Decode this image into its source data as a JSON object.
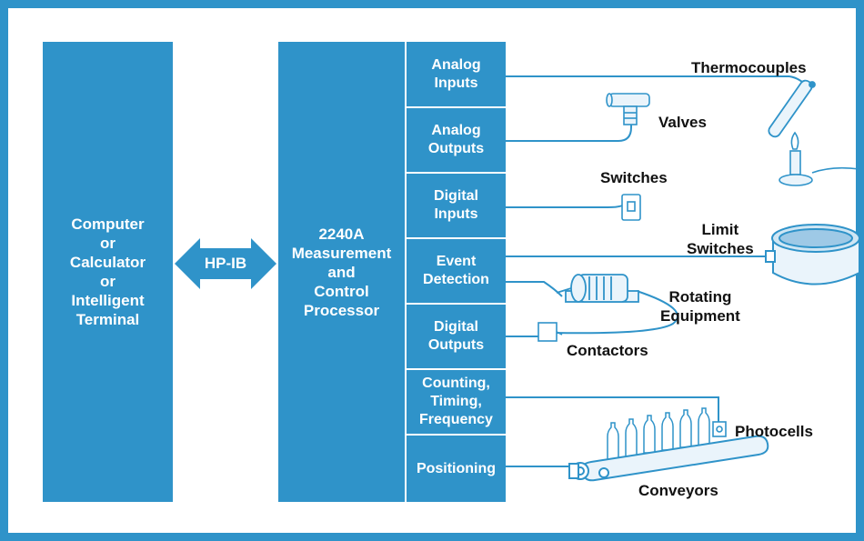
{
  "blocks": {
    "computer": "Computer\nor\nCalculator\nor\nIntelligent\nTerminal",
    "processor": "2240A\nMeasurement\nand\nControl\nProcessor",
    "bus": "HP-IB"
  },
  "modules": [
    "Analog\nInputs",
    "Analog\nOutputs",
    "Digital\nInputs",
    "Event\nDetection",
    "Digital\nOutputs",
    "Counting,\nTiming,\nFrequency",
    "Positioning"
  ],
  "devices": {
    "thermocouples": "Thermocouples",
    "valves": "Valves",
    "switches": "Switches",
    "limit_switches": "Limit\nSwitches",
    "rotating_equipment": "Rotating\nEquipment",
    "contactors": "Contactors",
    "photocells": "Photocells",
    "conveyors": "Conveyors"
  },
  "colors": {
    "accent": "#2f93c9",
    "text": "#111111"
  },
  "icons": [
    "valve-icon",
    "switch-icon",
    "test-tube-icon",
    "bunsen-burner-icon",
    "limit-switch-icon",
    "motor-icon",
    "contactor-icon",
    "bottle-icon",
    "photocell-icon",
    "conveyor-icon"
  ]
}
